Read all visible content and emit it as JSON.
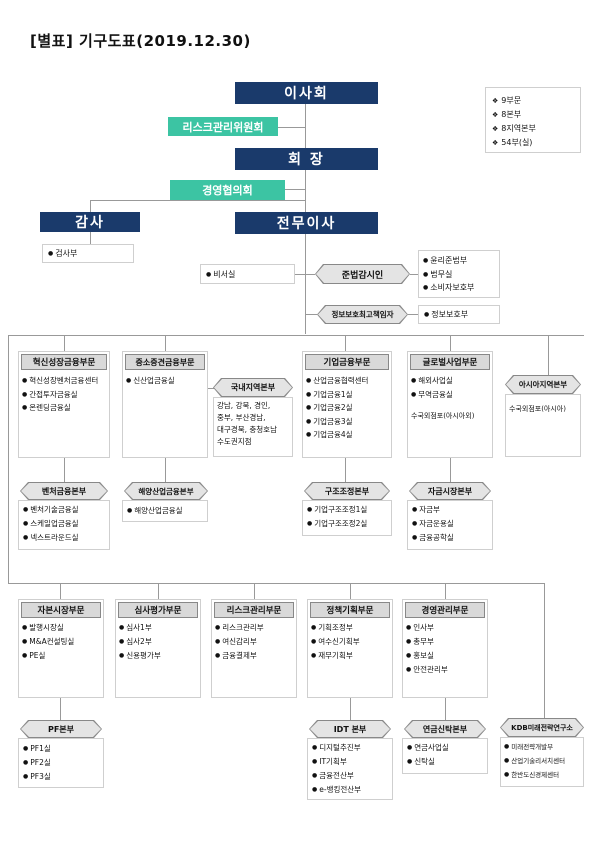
{
  "title": "[별표] 기구도표(2019.12.30)",
  "legend": [
    "9부문",
    "8본부",
    "8지역본부",
    "54부(실)"
  ],
  "top": {
    "board": "이사회",
    "risk_committee": "리스크관리위원회",
    "chairman": "회 장",
    "mgmt_council": "경영협의회",
    "auditor": "감사",
    "audit_dept": "검사부",
    "exec_director": "전무이사",
    "secretariat": "비서실",
    "compliance_officer": "준법감시인",
    "compliance_items": [
      "윤리준법부",
      "법무실",
      "소비자보호부"
    ],
    "info_officer": "정보보호최고책임자",
    "info_dept": "정보보호부"
  },
  "row1": {
    "innovation": {
      "name": "혁신성장금융부문",
      "items": [
        "혁신성장벤처금융센터",
        "간접투자금융실",
        "온렌딩금융실"
      ]
    },
    "venture": {
      "name": "벤처금융본부",
      "items": [
        "벤처기술금융실",
        "스케일업금융실",
        "넥스트라운드실"
      ]
    },
    "sme": {
      "name": "중소중견금융부문",
      "items": [
        "신산업금융실"
      ]
    },
    "domestic": {
      "name": "국내지역본부",
      "lines": [
        "강남, 강북, 경인,",
        "중부, 부산경남,",
        "대구경북, 충청호남",
        "수도권지점"
      ]
    },
    "marine": {
      "name": "해양산업금융본부",
      "items": [
        "해양산업금융실"
      ]
    },
    "corporate": {
      "name": "기업금융부문",
      "items": [
        "산업금융협력센터",
        "기업금융1실",
        "기업금융2실",
        "기업금융3실",
        "기업금융4실"
      ]
    },
    "restructure": {
      "name": "구조조정본부",
      "items": [
        "기업구조조정1실",
        "기업구조조정2실"
      ]
    },
    "global": {
      "name": "글로벌사업부문",
      "items": [
        "해외사업실",
        "무역금융실"
      ],
      "note": "수국외점포(아시아외)"
    },
    "asia": {
      "name": "아시아지역본부",
      "note": "수국외점포(아시아)"
    },
    "capital_hq": {
      "name": "자금시장본부",
      "items": [
        "자금부",
        "자금운용실",
        "금융공학실"
      ]
    }
  },
  "row2": {
    "capital_mkt": {
      "name": "자본시장부문",
      "items": [
        "발행시장실",
        "M&A컨설팅실",
        "PE실"
      ]
    },
    "pf": {
      "name": "PF본부",
      "items": [
        "PF1실",
        "PF2실",
        "PF3실"
      ]
    },
    "credit": {
      "name": "심사평가부문",
      "items": [
        "심사1부",
        "심사2부",
        "신용평가부"
      ]
    },
    "risk": {
      "name": "리스크관리부문",
      "items": [
        "리스크관리부",
        "여신감리부",
        "금융결제부"
      ]
    },
    "policy": {
      "name": "정책기획부문",
      "items": [
        "기획조정부",
        "여수신기획부",
        "재무기획부"
      ]
    },
    "idt": {
      "name": "IDT 본부",
      "items": [
        "디지털추진부",
        "IT기획부",
        "금융전산부",
        "e-뱅킹전산부"
      ]
    },
    "mgmt": {
      "name": "경영관리부문",
      "items": [
        "인사부",
        "총무부",
        "홍보실",
        "안전관리부"
      ]
    },
    "pension": {
      "name": "연금신탁본부",
      "items": [
        "연금사업실",
        "신탁실"
      ]
    },
    "kdb_research": {
      "name": "KDB미래전략연구소",
      "items": [
        "미래전략개발부",
        "산업기술리서치센터",
        "한반도신경제센터"
      ]
    }
  }
}
